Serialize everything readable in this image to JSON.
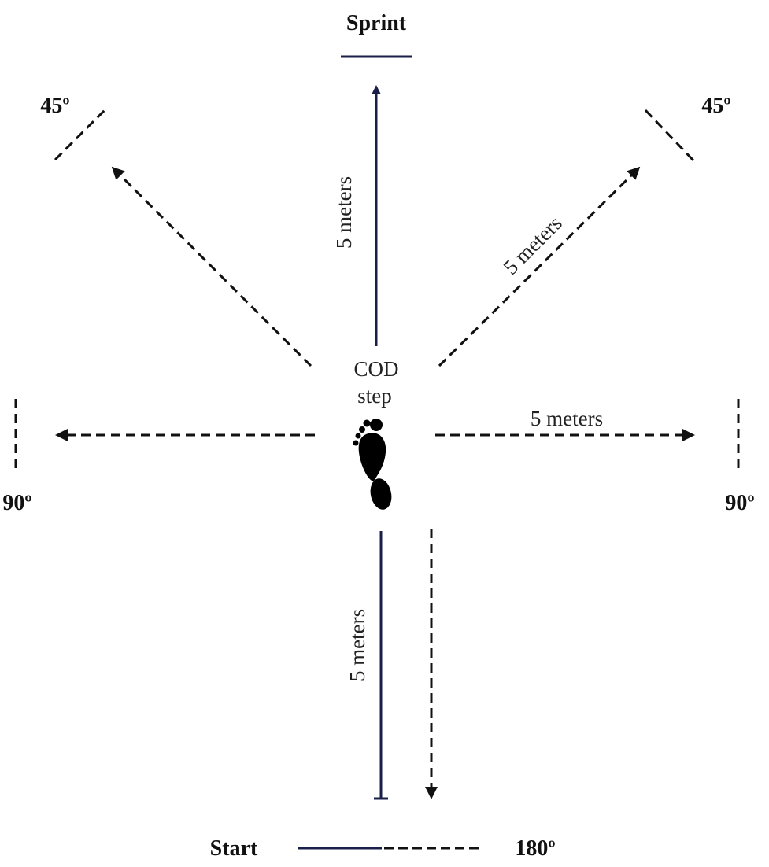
{
  "labels": {
    "sprint": "Sprint",
    "start": "Start",
    "cod_line1": "COD",
    "cod_line2": "step",
    "angle_45_left": "45º",
    "angle_45_right": "45º",
    "angle_90_left": "90º",
    "angle_90_right": "90º",
    "angle_180": "180º",
    "distance_up": "5 meters",
    "distance_diag": "5 meters",
    "distance_right": "5 meters",
    "distance_down": "5 meters"
  },
  "colors": {
    "solid": "#1a1f4a",
    "dashed": "#111111"
  }
}
